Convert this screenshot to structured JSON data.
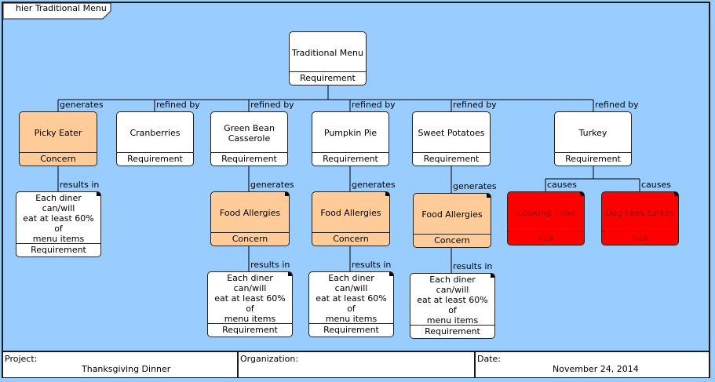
{
  "diagram": {
    "tab_title": "hier Traditional Menu",
    "nodes": {
      "root": {
        "name": "Traditional Menu",
        "stereotype": "Requirement"
      },
      "picky_eater": {
        "name": "Picky Eater",
        "stereotype": "Concern"
      },
      "cranberries": {
        "name": "Cranberries",
        "stereotype": "Requirement"
      },
      "green_bean": {
        "name": "Green Bean\nCasserole",
        "stereotype": "Requirement"
      },
      "pumpkin_pie": {
        "name": "Pumpkin Pie",
        "stereotype": "Requirement"
      },
      "sweet_potatoes": {
        "name": "Sweet Potatoes",
        "stereotype": "Requirement"
      },
      "turkey": {
        "name": "Turkey",
        "stereotype": "Requirement"
      },
      "req_picky": {
        "name": "Each diner can/will\neat at least 60% of\nmenu items",
        "stereotype": "Requirement"
      },
      "allergy_1": {
        "name": "Food Allergies",
        "stereotype": "Concern"
      },
      "allergy_2": {
        "name": "Food Allergies",
        "stereotype": "Concern"
      },
      "allergy_3": {
        "name": "Food Allergies",
        "stereotype": "Concern"
      },
      "req_1": {
        "name": "Each diner can/will\neat at least 60% of\nmenu items",
        "stereotype": "Requirement"
      },
      "req_2": {
        "name": "Each diner can/will\neat at least 60% of\nmenu items",
        "stereotype": "Requirement"
      },
      "req_3": {
        "name": "Each diner can/will\neat at least 60% of\nmenu items",
        "stereotype": "Requirement"
      },
      "cooking_time": {
        "name": "Cooking Time",
        "stereotype": "Risk"
      },
      "dog_turkey": {
        "name": "Dog likes turkey",
        "stereotype": "Risk"
      }
    },
    "edge_labels": {
      "generates": "generates",
      "refined_by": "refined by",
      "results_in": "results in",
      "causes": "causes"
    }
  },
  "footer": {
    "project_label": "Project:",
    "project_value": "Thanksgiving Dinner",
    "organization_label": "Organization:",
    "organization_value": "",
    "date_label": "Date:",
    "date_value": "November 24, 2014"
  },
  "colors": {
    "background": "#99ccff",
    "concern": "#ffcc99",
    "risk": "#ff0000",
    "risk_text": "#990000"
  }
}
